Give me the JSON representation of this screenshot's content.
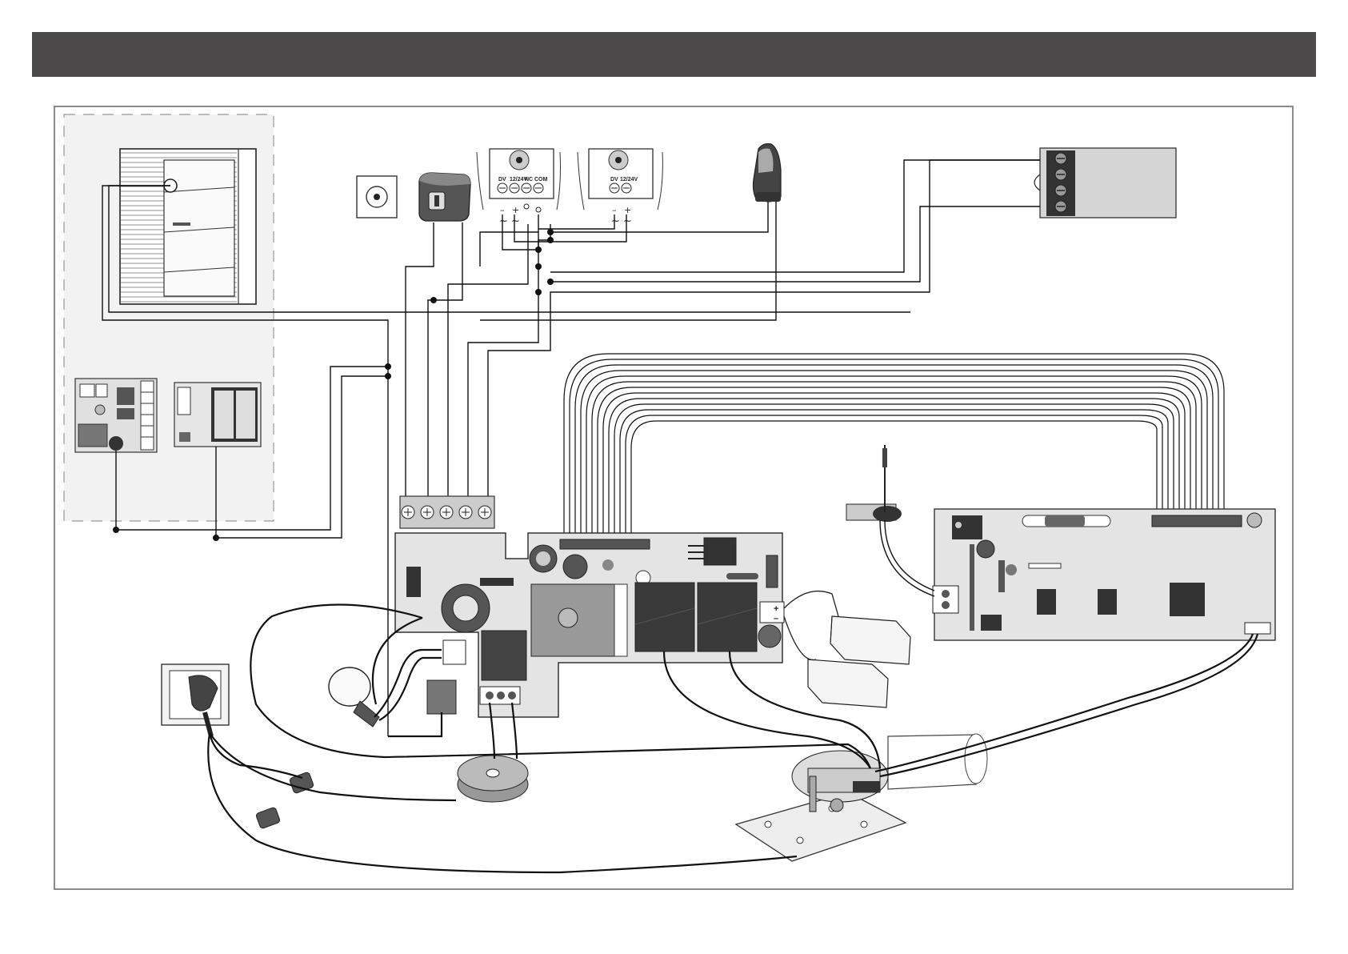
{
  "header": {
    "title": ""
  },
  "photocell_tx": {
    "terminals": [
      "DV",
      "12/24V",
      "NC",
      "COM"
    ],
    "polarity": [
      "–",
      "+"
    ],
    "ac": [
      "~",
      "~"
    ]
  },
  "photocell_rx": {
    "terminals": [
      "DV",
      "12/24V"
    ],
    "polarity": [
      "–",
      "+"
    ],
    "ac": [
      "~",
      "~"
    ]
  },
  "battery_terminal": {
    "polarity": [
      "+",
      "–"
    ]
  },
  "colors": {
    "header": "#4d4a4b",
    "frame": "#888888",
    "wire": "#111111",
    "board": "#e6e6e6",
    "component": "#3a3a3a"
  },
  "icons": [
    "wall-button-icon",
    "key-switch-icon",
    "photocell-tx-icon",
    "photocell-rx-icon",
    "flashing-light-icon",
    "wall-pad-icon",
    "garage-door-icon",
    "control-board-icon",
    "light-bulb-icon",
    "power-socket-icon",
    "battery-icon",
    "transformer-icon",
    "motor-icon",
    "antenna-icon",
    "receiver-board-icon"
  ]
}
